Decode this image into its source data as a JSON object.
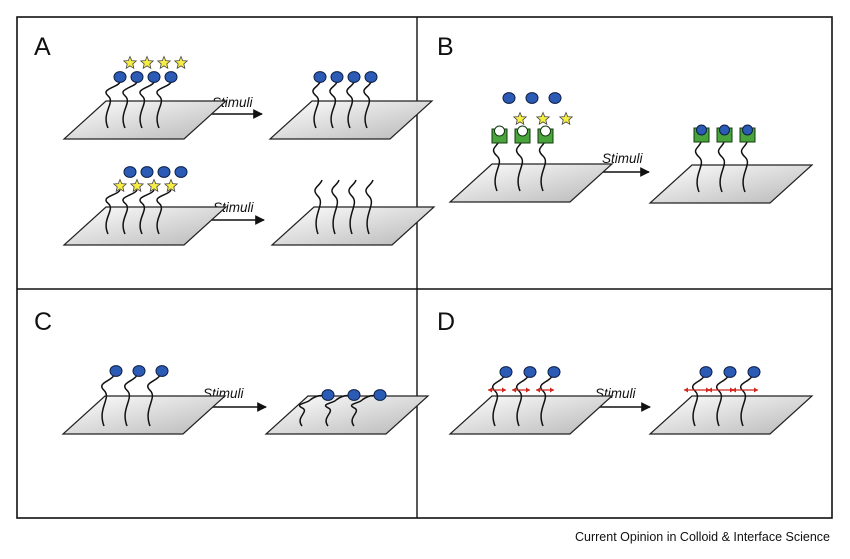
{
  "panels": [
    {
      "letter": "A",
      "arrows": [
        {
          "label": "Stimuli"
        },
        {
          "label": "Stimuli"
        }
      ]
    },
    {
      "letter": "B",
      "arrows": [
        {
          "label": "Stimuli"
        }
      ]
    },
    {
      "letter": "C",
      "arrows": [
        {
          "label": "Stimuli"
        }
      ]
    },
    {
      "letter": "D",
      "arrows": [
        {
          "label": "Stimuli"
        }
      ]
    }
  ],
  "credit": "Current Opinion in Colloid & Interface Science",
  "colors": {
    "head": "#2b5bb5",
    "star": "#f7ee44",
    "receptor": "#4aa43c",
    "arrow_red": "#d0271f",
    "surface_top": "#ffffff",
    "surface_bottom": "#b8b8b8"
  }
}
